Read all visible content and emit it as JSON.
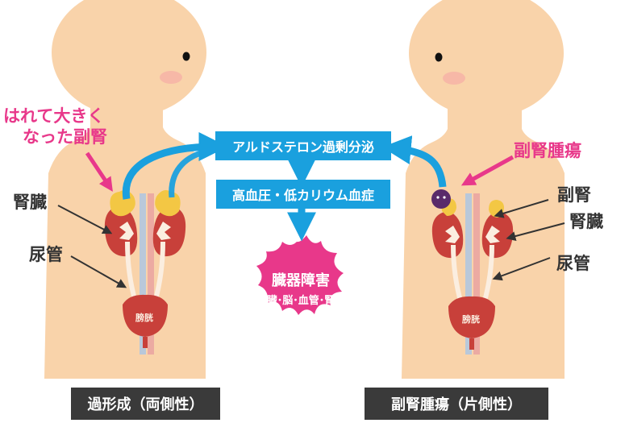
{
  "left": {
    "label_enlarged": [
      "はれて大きく",
      "なった副腎"
    ],
    "label_kidney": "腎臓",
    "label_ureter": "尿管",
    "bladder_text": "膀胱",
    "caption": "過形成（両側性）"
  },
  "right": {
    "label_tumor": "副腎腫瘍",
    "label_adrenal": "副腎",
    "label_kidney": "腎臓",
    "label_ureter": "尿管",
    "bladder_text": "膀胱",
    "caption": "副腎腫瘍（片側性）"
  },
  "center": {
    "box1": "アルドステロン過剰分泌",
    "box2": "高血圧・低カリウム血症",
    "burst_title": "臓器障害",
    "burst_sub": "（心臓･脳･血管･腎臓）"
  },
  "colors": {
    "skin": "#f9d3aa",
    "accent_blue": "#1aa0de",
    "accent_pink": "#e8388a",
    "kidney": "#c8403a",
    "adrenal": "#f3c744",
    "caption_bg": "#3a3a3a"
  }
}
